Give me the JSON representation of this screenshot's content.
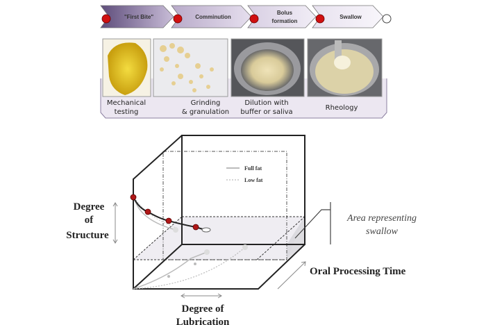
{
  "stages": [
    {
      "label": "\"First Bite\""
    },
    {
      "label": "Comminution"
    },
    {
      "label_line1": "Bolus",
      "label_line2": "formation"
    },
    {
      "label": "Swallow"
    }
  ],
  "photos": [
    {
      "caption_line1": "Mechanical",
      "caption_line2": "testing"
    },
    {
      "caption_line1": "Grinding",
      "caption_line2": "& granulation"
    },
    {
      "caption_line1": "Dilution with",
      "caption_line2": "buffer or saliva"
    },
    {
      "caption_line1": "Rheology"
    }
  ],
  "diagram": {
    "y_label_line1": "Degree",
    "y_label_line2": "of",
    "y_label_line3": "Structure",
    "x_label_line1": "Degree of",
    "x_label_line2": "Lubrication",
    "z_label": "Oral Processing Time",
    "area_label_line1": "Area representing",
    "area_label_line2": "swallow",
    "legend": [
      {
        "label": "Full fat"
      },
      {
        "label": "Low fat"
      }
    ]
  },
  "colors": {
    "marker": "#cc1010",
    "chevron_dark": "#6b5a85",
    "chevron_light": "#efeaf4"
  }
}
